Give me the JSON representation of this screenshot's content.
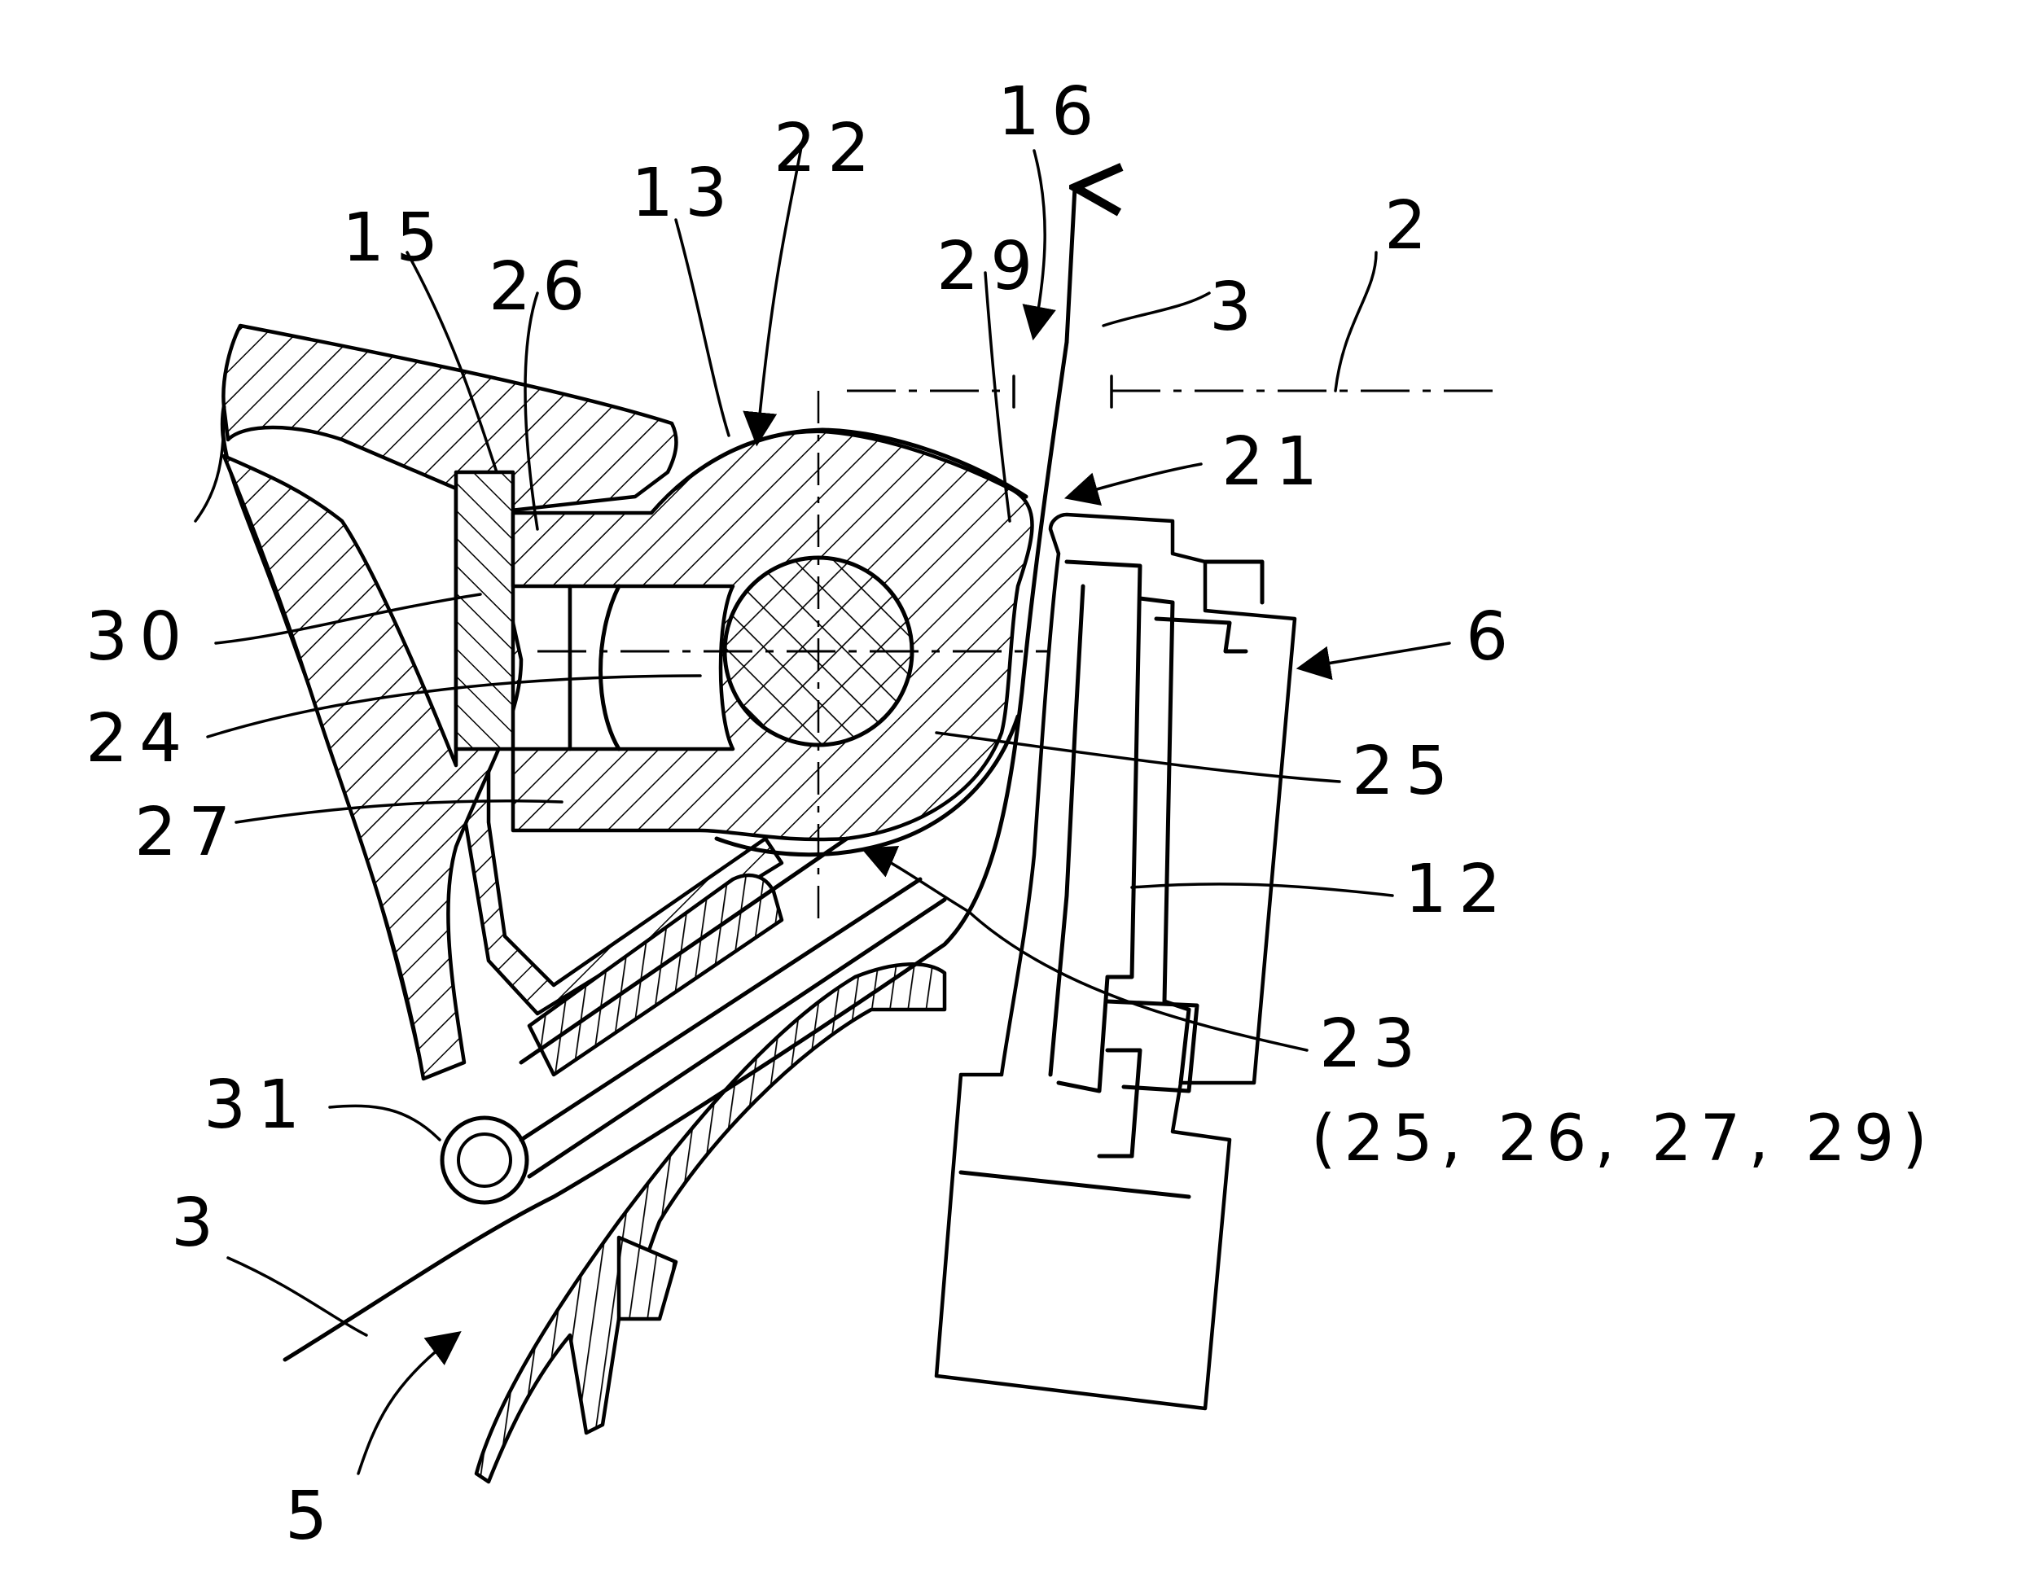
{
  "figure": {
    "labels": {
      "l16": "16",
      "l22": "22",
      "l13": "13",
      "l15": "15",
      "l26": "26",
      "l29": "29",
      "l2": "2",
      "l3_top": "3",
      "l21": "21",
      "l30": "30",
      "l6": "6",
      "l24": "24",
      "l25": "25",
      "l27": "27",
      "l12": "12",
      "l23": "23",
      "l23_sub": "(25, 26, 27, 29)",
      "l31": "31",
      "l3_bottom": "3",
      "l5": "5"
    }
  }
}
